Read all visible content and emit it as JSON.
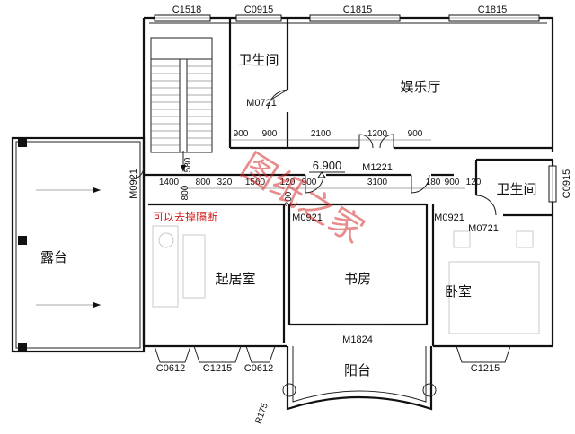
{
  "rooms": {
    "bathroom_left": "卫生间",
    "entertainment": "娱乐厅",
    "terrace": "露台",
    "living": "起居室",
    "study": "书房",
    "bathroom_right": "卫生间",
    "bedroom": "卧室",
    "balcony": "阳台"
  },
  "windows": {
    "top_c1518": "C1518",
    "top_c0915": "C0915",
    "top_c1815_a": "C1815",
    "top_c1815_b": "C1815",
    "right_c0915": "C0915",
    "bottom_c0612_a": "C0612",
    "bottom_c1215_a": "C1215",
    "bottom_c0612_b": "C0612",
    "bottom_c1215_b": "C1215"
  },
  "doors": {
    "m0721_top": "M0721",
    "m1221": "M1221",
    "m0921_left": "M0921",
    "m0921_mid": "M0921",
    "m0921_right": "M0921",
    "m0721_right": "M0721",
    "m1824": "M1824"
  },
  "dimensions": {
    "d900_a": "900",
    "d900_b": "900",
    "d2100": "2100",
    "d1200": "1200",
    "d900_c": "900",
    "d1400": "1400",
    "d800_a": "800",
    "d800_b": "800",
    "d320": "320",
    "d580": "580",
    "d1560": "1560",
    "d120_a": "120",
    "d900_d": "900",
    "d3100": "3100",
    "d180": "180",
    "d900_e": "900",
    "d120_b": "120",
    "d200": "200",
    "r175": "R175"
  },
  "elevation": "6.900",
  "note": "可以去掉隔断",
  "watermark": "图纸之家"
}
